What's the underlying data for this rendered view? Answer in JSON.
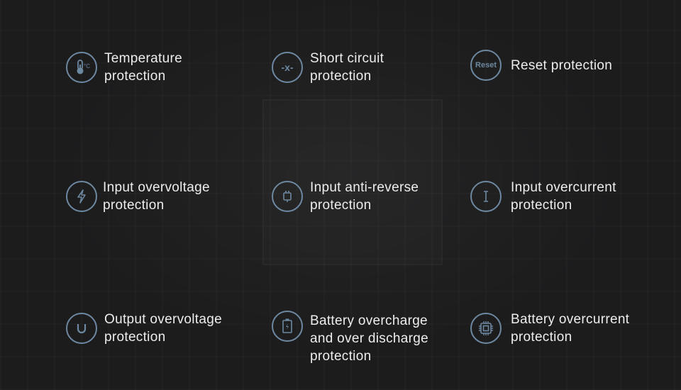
{
  "accent_color": "#6d88a1",
  "features": [
    {
      "icon": "thermometer-icon",
      "lines": [
        "Temperature",
        "protection"
      ]
    },
    {
      "icon": "short-circuit-icon",
      "lines": [
        "Short circuit",
        "protection"
      ],
      "icon_text": "-x-"
    },
    {
      "icon": "reset-icon",
      "lines": [
        "Reset protection"
      ],
      "icon_text": "Reset"
    },
    {
      "icon": "lightning-icon",
      "lines": [
        "Input overvoltage",
        "protection"
      ]
    },
    {
      "icon": "plug-icon",
      "lines": [
        "Input anti-reverse",
        "protection"
      ]
    },
    {
      "icon": "current-icon",
      "lines": [
        "Input overcurrent",
        "protection"
      ]
    },
    {
      "icon": "u-magnet-icon",
      "lines": [
        "Output overvoltage",
        "protection"
      ]
    },
    {
      "icon": "battery-icon",
      "lines": [
        "Battery overcharge",
        "and over discharge",
        "protection"
      ]
    },
    {
      "icon": "chip-icon",
      "lines": [
        "Battery overcurrent",
        "protection"
      ]
    }
  ]
}
